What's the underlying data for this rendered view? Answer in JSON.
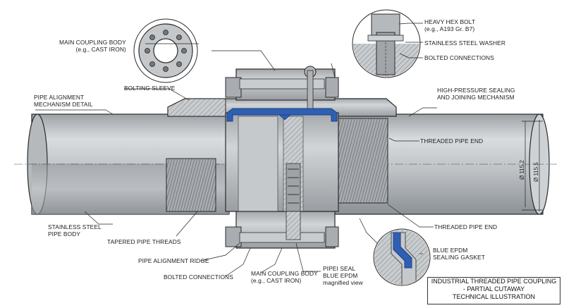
{
  "labels": {
    "heavy_hex_bolt": [
      "HEAVY HEX BOLT",
      "(e.g., A193 Gr. B7)"
    ],
    "stainless_washer": "STAINLESS STEEL WASHER",
    "bolted_connections_top": "BOLTED CONNECTIONS",
    "main_coupling_body_top": [
      "MAIN COUPLING BODY",
      "(e.g., CAST IRON)"
    ],
    "pipe_alignment_mech": [
      "PIPE ALIGNMENT",
      "MECHANISM DETAIL"
    ],
    "bolting_sleeve": "BOLTING SLEEVE",
    "high_pressure": [
      "HIGH-PRESSURE SEALING",
      "AND JOINING MECHANISM"
    ],
    "threaded_pipe_end_top": "THREADED PIPE END",
    "threaded_pipe_end_bottom": "THREADED PIPE END",
    "stainless_pipe_body": [
      "STAINLESS STEEL",
      "PIPE BODY"
    ],
    "tapered_threads": "TAPERED PIPE THREADS",
    "alignment_ridge": "PIPE ALIGNMENT RIDGE",
    "bolted_connections_bottom": "BOLTED CONNECTIONS",
    "main_coupling_body_bottom": [
      "MAIN COUPLING BODY",
      "(e.g., CAST IRON)"
    ],
    "pipe_seal": [
      "PIPEI SEAL",
      "BLUE EPDM",
      "magnified view"
    ],
    "blue_epdm_gasket": [
      "BLUE EPDM",
      "SEALING GASKET"
    ]
  },
  "dimensions": {
    "inner": "Ø 115.2",
    "outer": "Ø 115.5"
  },
  "title_block": [
    "INDUSTRIAL THREADED PIPE COUPLING",
    "- PARTIAL CUTAWAY",
    "TECHNICAL ILLUSTRATION"
  ],
  "colors": {
    "gasket": "#2f5fb3",
    "steel": "#b8bcc0",
    "steel_dark": "#8a8f94",
    "line": "#2a2a2a"
  }
}
